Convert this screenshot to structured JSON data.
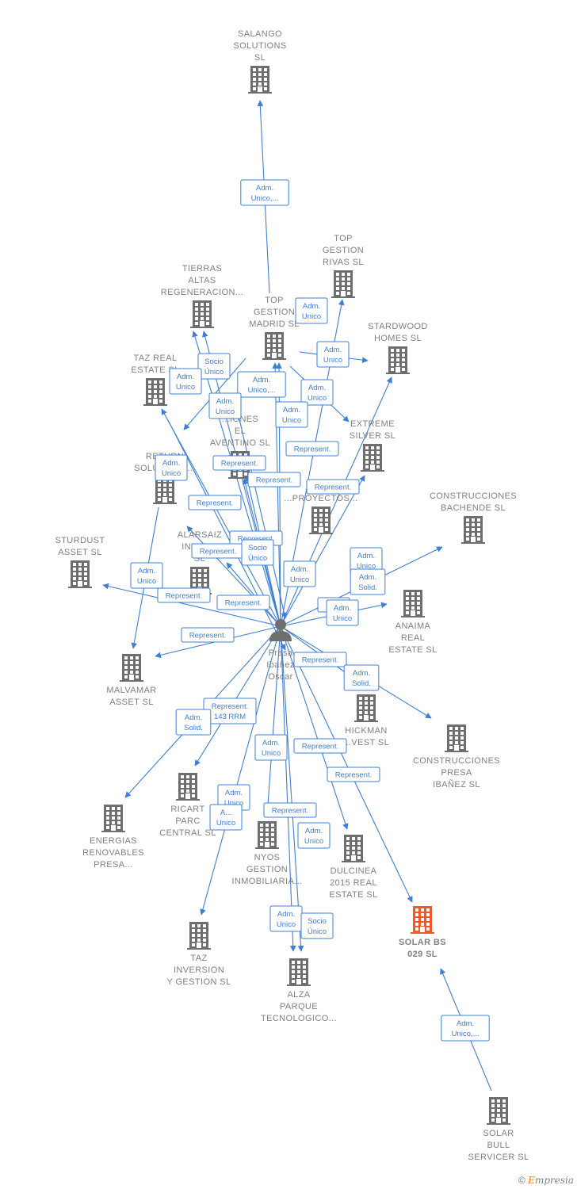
{
  "colors": {
    "edge": "#3d7fd6",
    "node": "#6e6e6e",
    "highlight": "#f05a28",
    "label": "#808080"
  },
  "nodes": [
    {
      "id": "salango",
      "lines": [
        "SALANGO",
        "SOLUTIONS",
        "SL"
      ],
      "icon": "building-icon"
    },
    {
      "id": "tiptop_rivas",
      "lines": [
        "TOP",
        "GESTION",
        "RIVAS  SL"
      ],
      "icon": "building-icon"
    },
    {
      "id": "tierras",
      "lines": [
        "TIERRAS",
        "ALTAS",
        "REGENERACION..."
      ],
      "icon": "building-icon"
    },
    {
      "id": "top_madrid",
      "lines": [
        "TOP",
        "GESTION",
        "MADRID  SL"
      ],
      "icon": "building-icon"
    },
    {
      "id": "stardwood",
      "lines": [
        "STARDWOOD",
        "HOMES  SL"
      ],
      "icon": "building-icon"
    },
    {
      "id": "taz_real",
      "lines": [
        "TAZ REAL",
        "ESTATE  SL"
      ],
      "icon": "building-icon"
    },
    {
      "id": "aventino",
      "lines": [
        "...IONES",
        "EL",
        "AVENTINO  SL"
      ],
      "icon": "building-icon"
    },
    {
      "id": "extreme",
      "lines": [
        "EXTREME",
        "SILVER  SL"
      ],
      "icon": "building-icon"
    },
    {
      "id": "return",
      "lines": [
        "RETURN",
        "SOLUTIONS..."
      ],
      "icon": "building-icon"
    },
    {
      "id": "saiza",
      "lines": [
        "SAIZA",
        "...PROYECTOS..."
      ],
      "icon": "building-icon"
    },
    {
      "id": "bachende",
      "lines": [
        "CONSTRUCCIONES",
        "BACHENDE  SL"
      ],
      "icon": "building-icon"
    },
    {
      "id": "sturdust",
      "lines": [
        "STURDUST",
        "ASSET  SL"
      ],
      "icon": "building-icon"
    },
    {
      "id": "alarsaiz",
      "lines": [
        "ALARSAIZ",
        "INVES...",
        "SL"
      ],
      "icon": "building-icon"
    },
    {
      "id": "anaima",
      "lines": [
        "ANAIMA",
        "REAL",
        "ESTATE  SL"
      ],
      "icon": "building-icon"
    },
    {
      "id": "person",
      "lines": [
        "Presa",
        "Ibañez",
        "Oscar"
      ],
      "icon": "person-icon"
    },
    {
      "id": "malvamar",
      "lines": [
        "MALVAMAR",
        "ASSET  SL"
      ],
      "icon": "building-icon"
    },
    {
      "id": "hickman",
      "lines": [
        "HICKMAN",
        "...VEST  SL"
      ],
      "icon": "building-icon"
    },
    {
      "id": "construcciones_presa",
      "lines": [
        "CONSTRUCCIONES",
        "PRESA",
        "IBAÑEZ SL"
      ],
      "icon": "building-icon"
    },
    {
      "id": "ricart",
      "lines": [
        "RICART",
        "PARC",
        "CENTRAL SL"
      ],
      "icon": "building-icon"
    },
    {
      "id": "energias",
      "lines": [
        "ENERGIAS",
        "RENOVABLES",
        "PRESA..."
      ],
      "icon": "building-icon"
    },
    {
      "id": "nyos",
      "lines": [
        "NYOS",
        "GESTION",
        "INMOBILIARIA..."
      ],
      "icon": "building-icon"
    },
    {
      "id": "dulcinea",
      "lines": [
        "DULCINEA",
        "2015 REAL",
        "ESTATE  SL"
      ],
      "icon": "building-icon"
    },
    {
      "id": "solar_bs",
      "lines": [
        "SOLAR BS",
        "029  SL"
      ],
      "icon": "building-icon",
      "main": true
    },
    {
      "id": "taz_inv",
      "lines": [
        "TAZ",
        "INVERSION",
        "Y GESTION  SL"
      ],
      "icon": "building-icon"
    },
    {
      "id": "alza",
      "lines": [
        "ALZA",
        "PARQUE",
        "TECNOLOGICO..."
      ],
      "icon": "building-icon"
    },
    {
      "id": "solar_bull",
      "lines": [
        "SOLAR",
        "BULL",
        "SERVICER  SL"
      ],
      "icon": "building-icon"
    }
  ],
  "edge_labels": [
    {
      "lines": [
        "Adm.",
        "Unico,..."
      ]
    },
    {
      "lines": [
        "Adm.",
        "Unico"
      ]
    },
    {
      "lines": [
        "Socio",
        "Único"
      ]
    },
    {
      "lines": [
        "Adm.",
        "Unico"
      ]
    },
    {
      "lines": [
        "Adm.",
        "Unico"
      ]
    },
    {
      "lines": [
        "Adm.",
        "Unico,..."
      ]
    },
    {
      "lines": [
        "Adm.",
        "Unico"
      ]
    },
    {
      "lines": [
        "Adm.",
        "Unico"
      ]
    },
    {
      "lines": [
        "Adm.",
        "Unico"
      ]
    },
    {
      "lines": [
        "Represent."
      ]
    },
    {
      "lines": [
        "Adm.",
        "Unico"
      ]
    },
    {
      "lines": [
        "Represent."
      ]
    },
    {
      "lines": [
        "Represent."
      ]
    },
    {
      "lines": [
        "Represent."
      ]
    },
    {
      "lines": [
        "Represent."
      ]
    },
    {
      "lines": [
        "Represent."
      ]
    },
    {
      "lines": [
        "Represent."
      ]
    },
    {
      "lines": [
        "Socio",
        "Único"
      ]
    },
    {
      "lines": [
        "Adm.",
        "Unico"
      ]
    },
    {
      "lines": [
        "Adm.",
        "Unico"
      ]
    },
    {
      "lines": [
        "Adm.",
        "Solid."
      ]
    },
    {
      "lines": [
        "Adm.",
        "Unico"
      ]
    },
    {
      "lines": [
        "Represent."
      ]
    },
    {
      "lines": [
        "Represent."
      ]
    },
    {
      "lines": [
        "Re..."
      ]
    },
    {
      "lines": [
        "Adm.",
        "Unico"
      ]
    },
    {
      "lines": [
        "Represent."
      ]
    },
    {
      "lines": [
        "Represent."
      ]
    },
    {
      "lines": [
        "Adm.",
        "Solid."
      ]
    },
    {
      "lines": [
        "Represent.",
        "143 RRM"
      ]
    },
    {
      "lines": [
        "Adm.",
        "Solid."
      ]
    },
    {
      "lines": [
        "Adm.",
        "Unico"
      ]
    },
    {
      "lines": [
        "Represent."
      ]
    },
    {
      "lines": [
        "Adm.",
        "Unico"
      ]
    },
    {
      "lines": [
        "A...",
        "Unico"
      ]
    },
    {
      "lines": [
        "Represent."
      ]
    },
    {
      "lines": [
        "Adm.",
        "Unico"
      ]
    },
    {
      "lines": [
        "Represent."
      ]
    },
    {
      "lines": [
        "Adm.",
        "Unico"
      ]
    },
    {
      "lines": [
        "Socio",
        "Único"
      ]
    },
    {
      "lines": [
        "Adm.",
        "Unico,..."
      ]
    }
  ],
  "footer": {
    "copyright": "©",
    "brand_first": "E",
    "brand_rest": "mpresia"
  }
}
